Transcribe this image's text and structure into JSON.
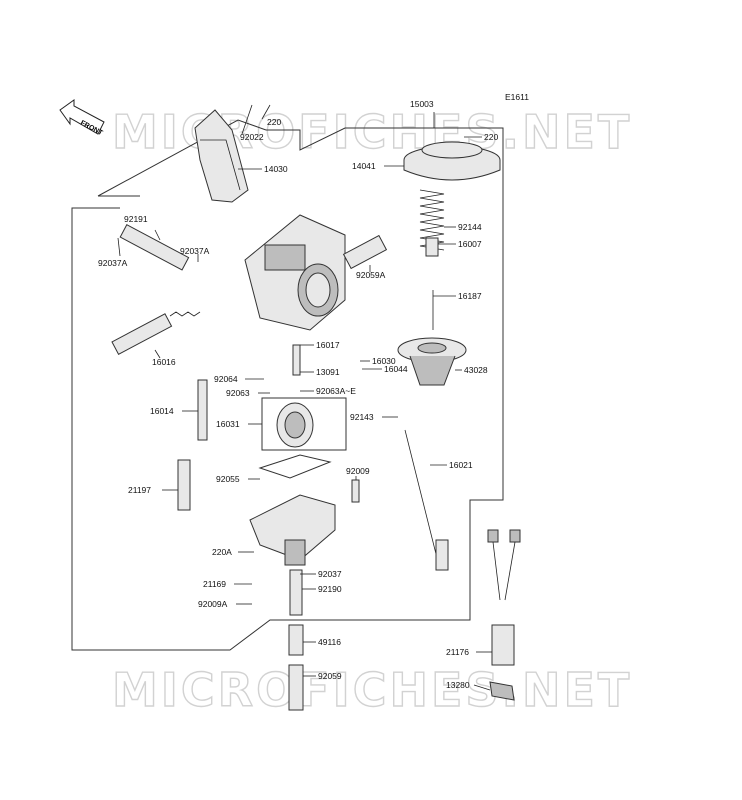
{
  "diagram_code": "E1611",
  "watermark": "MICROFICHES.NET",
  "front_arrow": {
    "label": "FRONT"
  },
  "parts": [
    {
      "id": "p15003",
      "label": "15003"
    },
    {
      "id": "p220a",
      "label": "220"
    },
    {
      "id": "p92022",
      "label": "92022"
    },
    {
      "id": "p14030",
      "label": "14030"
    },
    {
      "id": "p220b",
      "label": "220"
    },
    {
      "id": "p14041",
      "label": "14041"
    },
    {
      "id": "p92191",
      "label": "92191"
    },
    {
      "id": "p92037A_1",
      "label": "92037A"
    },
    {
      "id": "p92037A_2",
      "label": "92037A"
    },
    {
      "id": "p92144",
      "label": "92144"
    },
    {
      "id": "p92059A",
      "label": "92059A"
    },
    {
      "id": "p16007",
      "label": "16007"
    },
    {
      "id": "p16187",
      "label": "16187"
    },
    {
      "id": "p16016",
      "label": "16016"
    },
    {
      "id": "p16017",
      "label": "16017"
    },
    {
      "id": "p16030",
      "label": "16030"
    },
    {
      "id": "p13091",
      "label": "13091"
    },
    {
      "id": "p16044",
      "label": "16044"
    },
    {
      "id": "p43028",
      "label": "43028"
    },
    {
      "id": "p92064",
      "label": "92064"
    },
    {
      "id": "p92063",
      "label": "92063"
    },
    {
      "id": "p92063AE",
      "label": "92063A~E"
    },
    {
      "id": "p16014",
      "label": "16014"
    },
    {
      "id": "p92143",
      "label": "92143"
    },
    {
      "id": "p16031",
      "label": "16031"
    },
    {
      "id": "p16021",
      "label": "16021"
    },
    {
      "id": "p92009",
      "label": "92009"
    },
    {
      "id": "p21197",
      "label": "21197"
    },
    {
      "id": "p92055",
      "label": "92055"
    },
    {
      "id": "p220A",
      "label": "220A"
    },
    {
      "id": "p21169",
      "label": "21169"
    },
    {
      "id": "p92037",
      "label": "92037"
    },
    {
      "id": "p92190",
      "label": "92190"
    },
    {
      "id": "p92009A",
      "label": "92009A"
    },
    {
      "id": "p49116",
      "label": "49116"
    },
    {
      "id": "p21176",
      "label": "21176"
    },
    {
      "id": "p92059",
      "label": "92059"
    },
    {
      "id": "p13280",
      "label": "13280"
    }
  ]
}
